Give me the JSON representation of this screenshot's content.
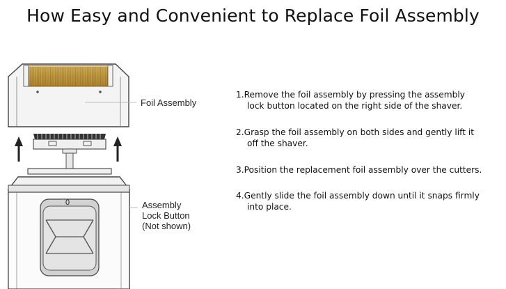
{
  "title": "How Easy and Convenient to Replace Foil Assembly",
  "labels": {
    "foil_assembly": "Foil Assembly",
    "lock_button": [
      "Assembly",
      "Lock Button",
      "(Not shown)"
    ],
    "slot_marker": "0"
  },
  "steps": [
    {
      "line1": "1.Remove the foil assembly by pressing the assembly",
      "line2": "lock button located on the right side of the shaver."
    },
    {
      "line1": "2.Grasp the foil assembly on both sides and gently lift it",
      "line2": "off the shaver."
    },
    {
      "line1": "3.Position the replacement foil assembly over the cutters.",
      "line2": ""
    },
    {
      "line1": "4.Gently slide the foil assembly down until it snaps firmly",
      "line2": "into place."
    }
  ],
  "colors": {
    "foil_gold": "#c8a24a",
    "outline": "#444444",
    "body_gray": "#ededed"
  }
}
